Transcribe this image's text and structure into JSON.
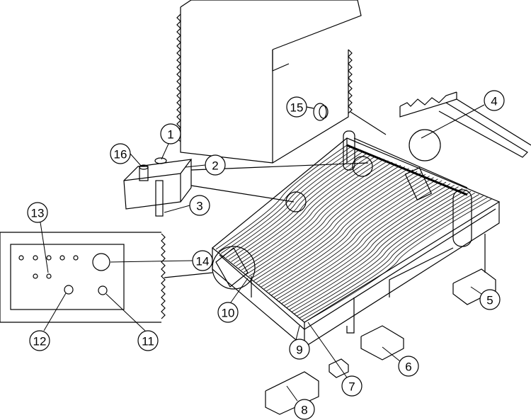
{
  "diagram": {
    "type": "exploded-parts-diagram",
    "callouts": [
      "1",
      "2",
      "3",
      "4",
      "5",
      "6",
      "7",
      "8",
      "9",
      "10",
      "11",
      "12",
      "13",
      "14",
      "15",
      "16"
    ]
  }
}
